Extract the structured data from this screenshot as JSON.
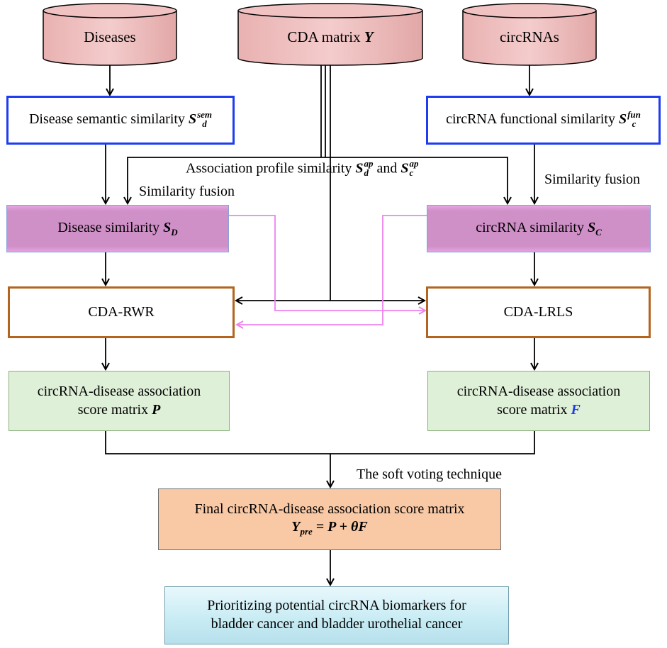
{
  "sources": {
    "diseases": "Diseases",
    "cda_matrix": "CDA matrix",
    "cda_matrix_symbol": "Y",
    "circrnas": "circRNAs"
  },
  "similarity": {
    "semantic_label": "Disease semantic similarity",
    "semantic_symbol": "S",
    "semantic_sup": "sem",
    "semantic_sub": "d",
    "functional_label": "circRNA functional similarity",
    "functional_symbol": "S",
    "functional_sup": "fun",
    "functional_sub": "c",
    "profile_label": "Association profile similarity",
    "profile_symbol_d": "S",
    "profile_sup_d": "ap",
    "profile_sub_d": "d",
    "profile_and": "and",
    "profile_symbol_c": "S",
    "profile_sup_c": "ap",
    "profile_sub_c": "c",
    "fusion_left": "Similarity fusion",
    "fusion_right": "Similarity fusion"
  },
  "fused": {
    "disease_label": "Disease similarity",
    "disease_symbol": "S",
    "disease_sub": "D",
    "circrna_label": "circRNA similarity",
    "circrna_symbol": "S",
    "circrna_sub": "C"
  },
  "models": {
    "rwr": "CDA-RWR",
    "lrls": "CDA-LRLS"
  },
  "scores": {
    "left_line1": "circRNA-disease association",
    "left_line2": "score matrix",
    "left_symbol": "P",
    "right_line1": "circRNA-disease association",
    "right_line2": "score matrix",
    "right_symbol": "F"
  },
  "voting": {
    "label": "The soft voting technique"
  },
  "final": {
    "line1": "Final circRNA-disease association score matrix",
    "formula_lhs": "Y",
    "formula_sub": "pre",
    "formula_rhs": " = P + θF"
  },
  "output": {
    "line1": "Prioritizing potential circRNA biomarkers for",
    "line2": "bladder cancer and bladder urothelial cancer"
  },
  "colors": {
    "cylinder_fill": "#f1c2c2",
    "blue_border": "#1e3cf0",
    "fused_fill": "#cf8fc7",
    "model_border": "#b3651f",
    "score_fill": "#dff0d8",
    "final_fill": "#f9c9a5",
    "output_fill": "#c9ecf4",
    "pink_arrow": "#ee82ee"
  }
}
